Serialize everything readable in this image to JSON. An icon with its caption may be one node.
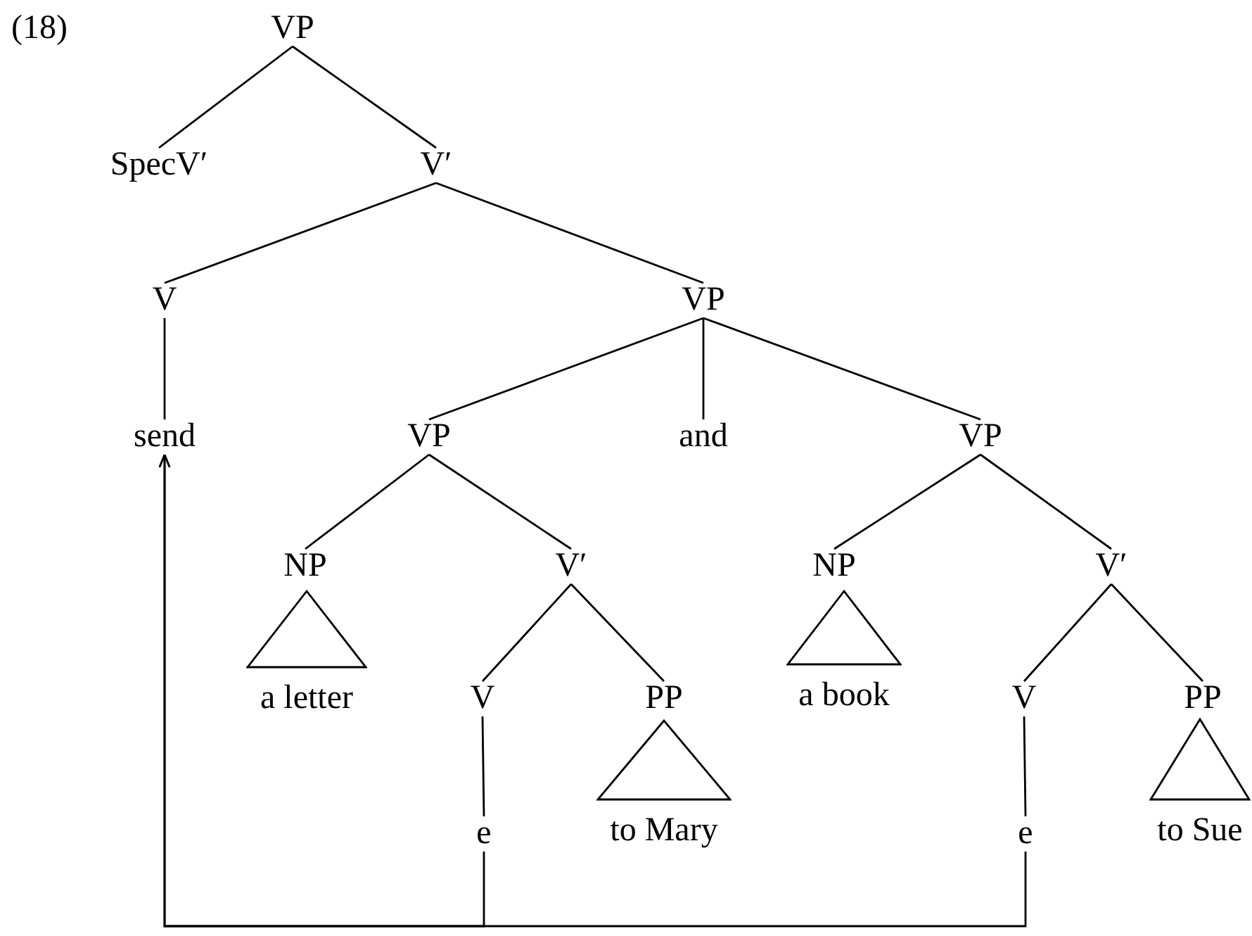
{
  "diagram": {
    "nodes": [
      {
        "text": [
          "VP"
        ]
      },
      {
        "text": [
          "SpecV′"
        ]
      },
      {
        "text": [
          "V′"
        ]
      },
      {
        "text": [
          "V"
        ]
      },
      {
        "text": [
          "VP"
        ]
      },
      {
        "text": [
          "send"
        ]
      },
      {
        "text": [
          "VP"
        ]
      },
      {
        "text": [
          "and"
        ]
      },
      {
        "text": [
          "VP"
        ]
      },
      {
        "text": [
          "NP"
        ]
      },
      {
        "text": [
          "V′"
        ]
      },
      {
        "text": [
          "NP"
        ]
      },
      {
        "text": [
          "V′"
        ]
      },
      {
        "text": [],
        "shape": "triangle",
        "beside": [
          "a letter"
        ]
      },
      {
        "text": [
          "V"
        ]
      },
      {
        "text": [
          "PP"
        ]
      },
      {
        "text": [],
        "shape": "triangle",
        "beside": [
          "a book"
        ]
      },
      {
        "text": [
          "V"
        ]
      },
      {
        "text": [
          "PP"
        ]
      },
      {
        "text": [
          "e"
        ]
      },
      {
        "text": [],
        "shape": "triangle",
        "beside": [
          "to Mary"
        ]
      },
      {
        "text": [
          "e"
        ]
      },
      {
        "text": [],
        "shape": "triangle",
        "beside": [
          "to Sue"
        ]
      }
    ],
    "edges": [
      {
        "from": 0,
        "to": 1,
        "arrow": "none"
      },
      {
        "from": 0,
        "to": 2,
        "arrow": "none"
      },
      {
        "from": 2,
        "to": 3,
        "arrow": "none"
      },
      {
        "from": 2,
        "to": 4,
        "arrow": "none"
      },
      {
        "from": 3,
        "to": 5,
        "arrow": "none"
      },
      {
        "from": 4,
        "to": 6,
        "arrow": "none"
      },
      {
        "from": 4,
        "to": 7,
        "arrow": "none"
      },
      {
        "from": 4,
        "to": 8,
        "arrow": "none"
      },
      {
        "from": 6,
        "to": 9,
        "arrow": "none"
      },
      {
        "from": 6,
        "to": 10,
        "arrow": "none"
      },
      {
        "from": 8,
        "to": 11,
        "arrow": "none"
      },
      {
        "from": 8,
        "to": 12,
        "arrow": "none"
      },
      {
        "from": 10,
        "to": 14,
        "arrow": "none"
      },
      {
        "from": 10,
        "to": 15,
        "arrow": "none"
      },
      {
        "from": 12,
        "to": 17,
        "arrow": "none"
      },
      {
        "from": 12,
        "to": 18,
        "arrow": "none"
      },
      {
        "from": 14,
        "to": 19,
        "arrow": "none"
      },
      {
        "from": 17,
        "to": 21,
        "arrow": "none"
      },
      {
        "from": 19,
        "to": 5,
        "arrow": "to"
      },
      {
        "from": 21,
        "to": 5,
        "arrow": "to"
      }
    ],
    "labels": [
      "(18)"
    ]
  }
}
